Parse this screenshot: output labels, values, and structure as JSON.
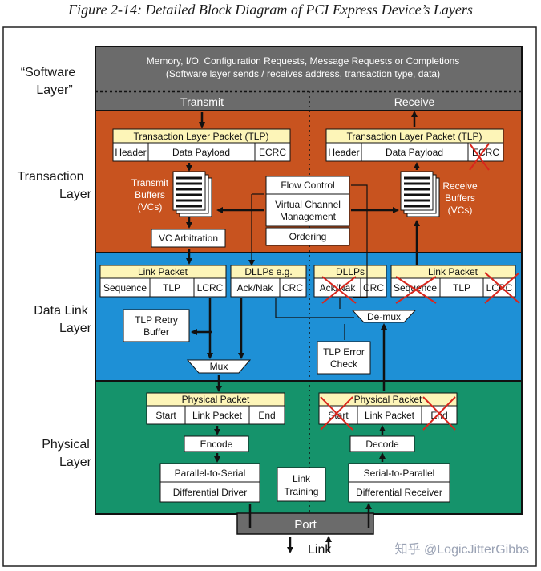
{
  "title": "Figure 2-14: Detailed Block Diagram of PCI Express Device’s Layers",
  "watermark": "知乎 @LogicJitterGibbs",
  "colors": {
    "software": "#6b6b6b",
    "transaction": "#c8531f",
    "datalink": "#1e90d6",
    "physical": "#15936b",
    "tlp_header": "#fdf5b8",
    "cross": "#d9261c"
  },
  "layers": {
    "software_line1": "“Software",
    "software_line2": "Layer”",
    "transaction_line1": "Transaction",
    "transaction_line2": "Layer",
    "datalink_line1": "Data Link",
    "datalink_line2": "Layer",
    "physical_line1": "Physical",
    "physical_line2": "Layer"
  },
  "software": {
    "line1": "Memory, I/O, Configuration Requests, Message Requests or Completions",
    "line2": "(Software layer sends / receives address, transaction type, data)"
  },
  "columns": {
    "transmit": "Transmit",
    "receive": "Receive"
  },
  "transaction": {
    "tlp_title": "Transaction Layer Packet (TLP)",
    "header": "Header",
    "data_payload": "Data Payload",
    "ecrc": "ECRC",
    "tx_buffers_1": "Transmit",
    "tx_buffers_2": "Buffers",
    "tx_buffers_3": "(VCs)",
    "rx_buffers_1": "Receive",
    "rx_buffers_2": "Buffers",
    "rx_buffers_3": "(VCs)",
    "flow_control": "Flow Control",
    "vc_mgmt_1": "Virtual Channel",
    "vc_mgmt_2": "Management",
    "ordering": "Ordering",
    "vc_arbitration": "VC Arbitration"
  },
  "datalink": {
    "link_packet": "Link Packet",
    "sequence": "Sequence",
    "tlp": "TLP",
    "lcrc": "LCRC",
    "dllps_eg": "DLLPs e.g.",
    "dllps": "DLLPs",
    "ack_nak": "Ack/Nak",
    "crc": "CRC",
    "retry_1": "TLP Retry",
    "retry_2": "Buffer",
    "mux": "Mux",
    "demux": "De-mux",
    "error_1": "TLP Error",
    "error_2": "Check"
  },
  "physical": {
    "physical_packet": "Physical Packet",
    "start": "Start",
    "link_packet": "Link Packet",
    "end": "End",
    "encode": "Encode",
    "decode": "Decode",
    "p2s": "Parallel-to-Serial",
    "s2p": "Serial-to-Parallel",
    "diff_driver": "Differential Driver",
    "diff_receiver": "Differential Receiver",
    "link_training_1": "Link",
    "link_training_2": "Training",
    "port": "Port",
    "link": "Link"
  },
  "icons": [
    "buffer-stack-icon",
    "strike-cross-icon",
    "mux-trapezoid-icon",
    "arrow-icon"
  ]
}
